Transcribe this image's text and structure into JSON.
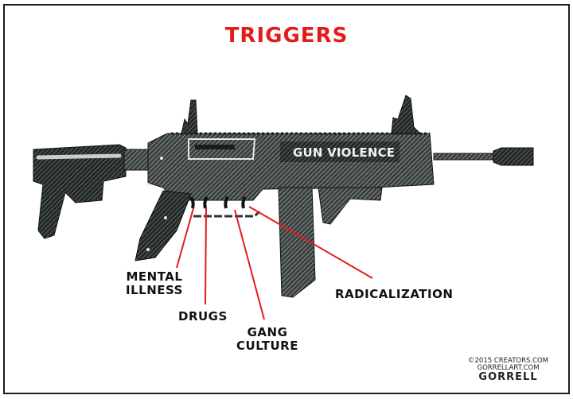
{
  "cartoon": {
    "title": "TRIGGERS",
    "gun_label": "GUN VIOLENCE",
    "trigger_labels": {
      "mental_illness": [
        "MENTAL",
        "ILLNESS"
      ],
      "drugs": "DRUGS",
      "gang_culture": [
        "GANG",
        "CULTURE"
      ],
      "radicalization": "RADICALIZATION"
    },
    "credits": {
      "copyright": "©2015 CREATORS.COM",
      "website": "GORRELLART.COM",
      "signature": "GORRELL"
    },
    "colors": {
      "title": "#e41b1b",
      "pointer_lines": "#e41b1b",
      "gun_dark": "#2a2f2f",
      "gun_mid": "#4b5252",
      "frame": "#1c1f1f"
    }
  }
}
